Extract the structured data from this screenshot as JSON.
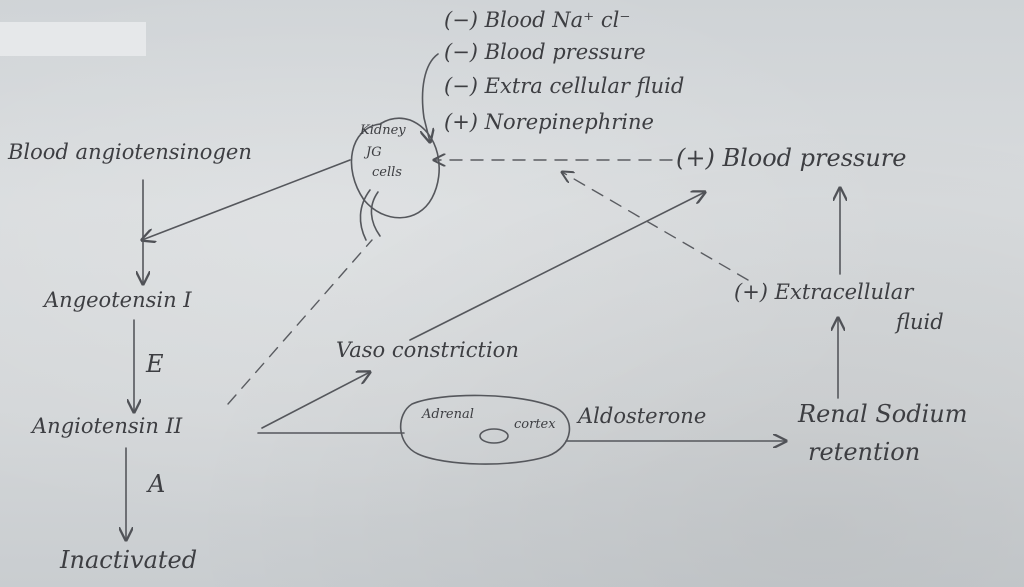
{
  "modifiers": {
    "blood_nacl": "(−) Blood Na⁺ cl⁻",
    "blood_pressure": "(−) Blood pressure",
    "extracellular_fluid": "(−) Extra cellular fluid",
    "norepinephrine": "(+) Norepinephrine"
  },
  "kidney": {
    "line1": "Kidney",
    "line2": "JG",
    "line3": "cells"
  },
  "nodes": {
    "angiotensinogen": "Blood angiotensinogen",
    "angiotensin1": "Angeotensin I",
    "angiotensin2": "Angiotensin II",
    "inactivated": "Inactivated",
    "vasoconstriction": "Vaso constriction",
    "blood_pressure_up": "(+) Blood pressure",
    "ecf_up_line1": "(+) Extracellular",
    "ecf_up_line2": "fluid",
    "renal_line1": "Renal Sodium",
    "renal_line2": "retention",
    "aldosterone": "Aldosterone"
  },
  "adrenal": {
    "left": "Adrenal",
    "right": "cortex"
  },
  "enzymes": {
    "e": "E",
    "a": "A"
  }
}
